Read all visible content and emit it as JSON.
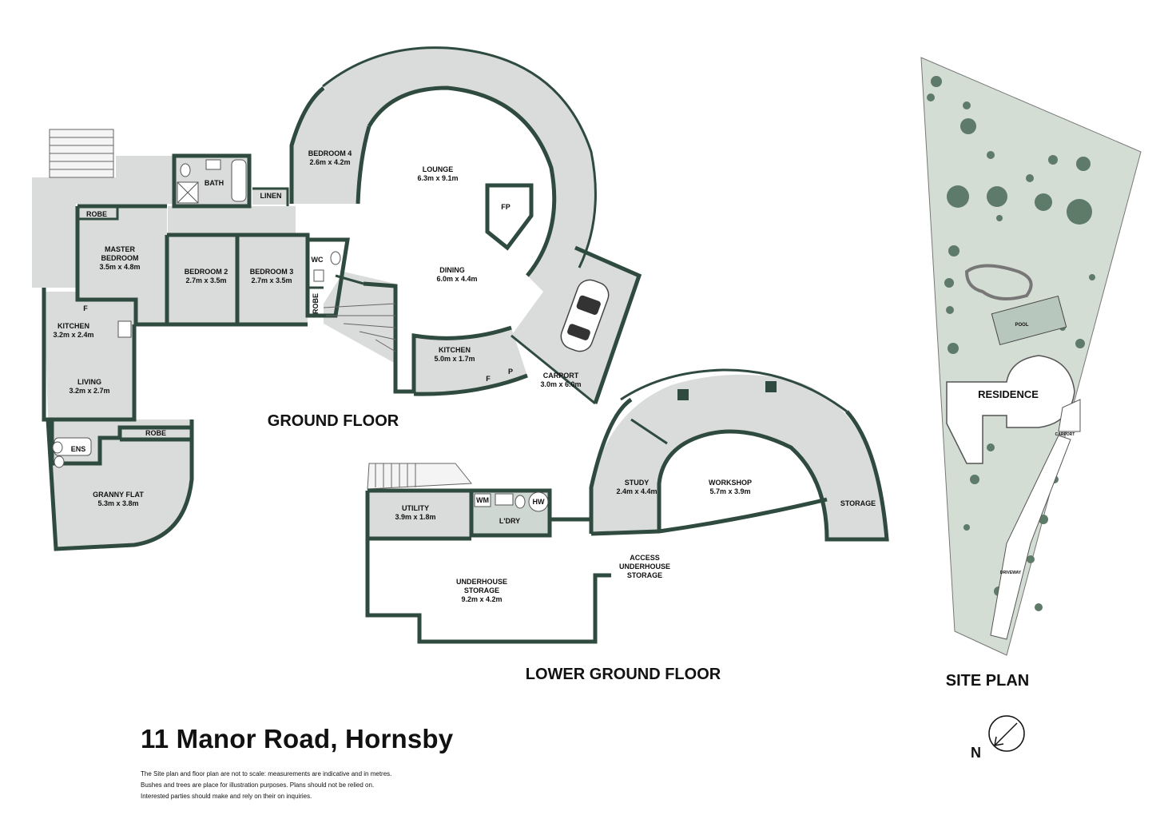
{
  "ground_floor": {
    "heading": "GROUND FLOOR",
    "rooms": {
      "bedroom4": {
        "name": "BEDROOM 4",
        "size": "2.6m x 4.2m"
      },
      "lounge": {
        "name": "LOUNGE",
        "size": "6.3m x 9.1m"
      },
      "bath": {
        "name": "BATH"
      },
      "linen": {
        "name": "LINEN"
      },
      "fp": {
        "name": "FP"
      },
      "robe_master": {
        "name": "ROBE"
      },
      "master": {
        "name1": "MASTER",
        "name2": "BEDROOM",
        "size": "3.5m x 4.8m"
      },
      "bedroom2": {
        "name": "BEDROOM 2",
        "size": "2.7m x 3.5m"
      },
      "bedroom3": {
        "name": "BEDROOM  3",
        "size": "2.7m x 3.5m"
      },
      "wc": {
        "name": "WC"
      },
      "robe_b3": {
        "name": "ROBE"
      },
      "dining": {
        "name": "DINING",
        "size": "6.0m x 4.4m"
      },
      "kitchen_main": {
        "name": "KITCHEN",
        "size": "5.0m x 1.7m",
        "fridge": "F",
        "pantry": "P"
      },
      "carport": {
        "name": "CARPORT",
        "size": "3.0m x 6.0m"
      },
      "kitchen_flat": {
        "name": "KITCHEN",
        "size": "3.2m x 2.4m",
        "fridge": "F"
      },
      "living": {
        "name": "LIVING",
        "size": "3.2m x 2.7m"
      },
      "ens": {
        "name": "ENS"
      },
      "robe_flat": {
        "name": "ROBE"
      },
      "granny": {
        "name": "GRANNY FLAT",
        "size": "5.3m x 3.8m"
      }
    }
  },
  "lower_ground_floor": {
    "heading": "LOWER GROUND FLOOR",
    "rooms": {
      "utility": {
        "name": "UTILITY",
        "size": "3.9m x 1.8m"
      },
      "wm": {
        "name": "WM"
      },
      "hw": {
        "name": "HW"
      },
      "laundry": {
        "name": "L'DRY"
      },
      "study": {
        "name": "STUDY",
        "size": "2.4m x 4.4m"
      },
      "workshop": {
        "name": "WORKSHOP",
        "size": "5.7m x 3.9m"
      },
      "storage": {
        "name": "STORAGE"
      },
      "access": {
        "line1": "ACCESS",
        "line2": "UNDERHOUSE",
        "line3": "STORAGE"
      },
      "underhouse": {
        "line1": "UNDERHOUSE",
        "line2": "STORAGE",
        "size": "9.2m x 4.2m"
      }
    }
  },
  "site_plan": {
    "heading": "SITE PLAN",
    "residence": "RESIDENCE",
    "pool": "POOL",
    "carport": "CARPORT",
    "driveway": "DRIVEWAY"
  },
  "address": "11 Manor Road, Hornsby",
  "disclaimer": [
    "The Site plan and floor plan are not to scale: measurements are indicative and in metres.",
    "Bushes and trees are place for illustration purposes. Plans should not be relied on.",
    "Interested parties should make and rely on their on inquiries."
  ],
  "north_label": "N",
  "colors": {
    "wall": "#2f4a3e",
    "floor": "#dadcdb",
    "site_grass": "#d3ddd4",
    "tree": "#5e7a68"
  }
}
